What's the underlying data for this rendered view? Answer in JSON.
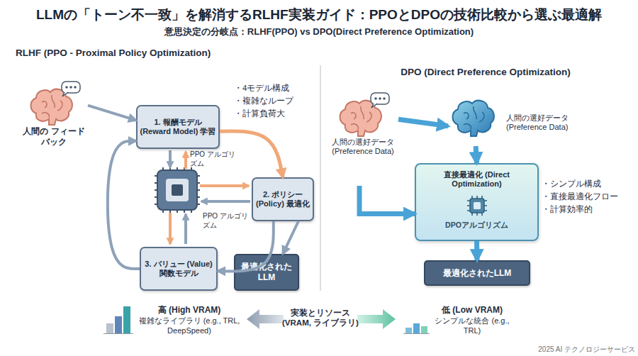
{
  "diagram": {
    "title": "LLMの「トーン不一致」を解消するRLHF実装ガイド：PPOとDPOの技術比較から選ぶ最適解",
    "nodes": [
      {
        "text": [
          "人間の フィードバック"
        ]
      },
      {
        "text": [
          "1. 報酬モデル (Reward Model) 学習"
        ]
      },
      {
        "text": [
          "2. ポリシー (Policy) 最適化"
        ]
      },
      {
        "text": [
          "3. バリュー (Value) 関数モデル"
        ]
      },
      {
        "text": [
          "最適化された LLM"
        ]
      },
      {
        "text": [
          "人間の選好データ (Preference Data)"
        ]
      },
      {
        "text": [
          "人間の選好データ (Preference Data)"
        ]
      },
      {
        "text": [
          "直接最適化 (Direct Optimization)",
          "DPOアルゴリズム"
        ]
      },
      {
        "text": [
          "最適化されたLLM"
        ]
      }
    ],
    "edges": [
      {
        "from": 0,
        "to": 1,
        "arrow": "to"
      },
      {
        "from": 1,
        "to": 2,
        "arrow": "to"
      },
      {
        "from": 2,
        "to": 3,
        "arrow": "to"
      },
      {
        "from": 3,
        "to": 1,
        "arrow": "to"
      },
      {
        "from": 2,
        "to": 4,
        "arrow": "to"
      },
      {
        "from": 5,
        "to": 6,
        "arrow": "to"
      },
      {
        "from": 6,
        "to": 7,
        "arrow": "to"
      },
      {
        "from": 5,
        "to": 7,
        "arrow": "to"
      },
      {
        "from": 7,
        "to": 8,
        "arrow": "to"
      }
    ],
    "labels": [
      "意思決定の分岐点：RLHF(PPO) vs DPO(Direct Preference Optimization)",
      "RLHF (PPO - Proximal Policy Optimization)",
      "DPO (Direct Preference Optimization)",
      "・4モデル構成",
      "・複雑なループ",
      "・計算負荷大",
      "PPO アルゴリズム",
      "PPO アルゴリズム",
      "・シンプル構成",
      "・直接最適化フロー",
      "・計算効率的",
      "高 (High VRAM)",
      "複雑なライブラリ (e.g., TRL, DeepSpeed)",
      "実装とリソース (VRAM, ライブラリ)",
      "低 (Low VRAM)",
      "シンプルな統合 (e.g., TRL)",
      "2025 AI テクノロジーサービス"
    ]
  }
}
